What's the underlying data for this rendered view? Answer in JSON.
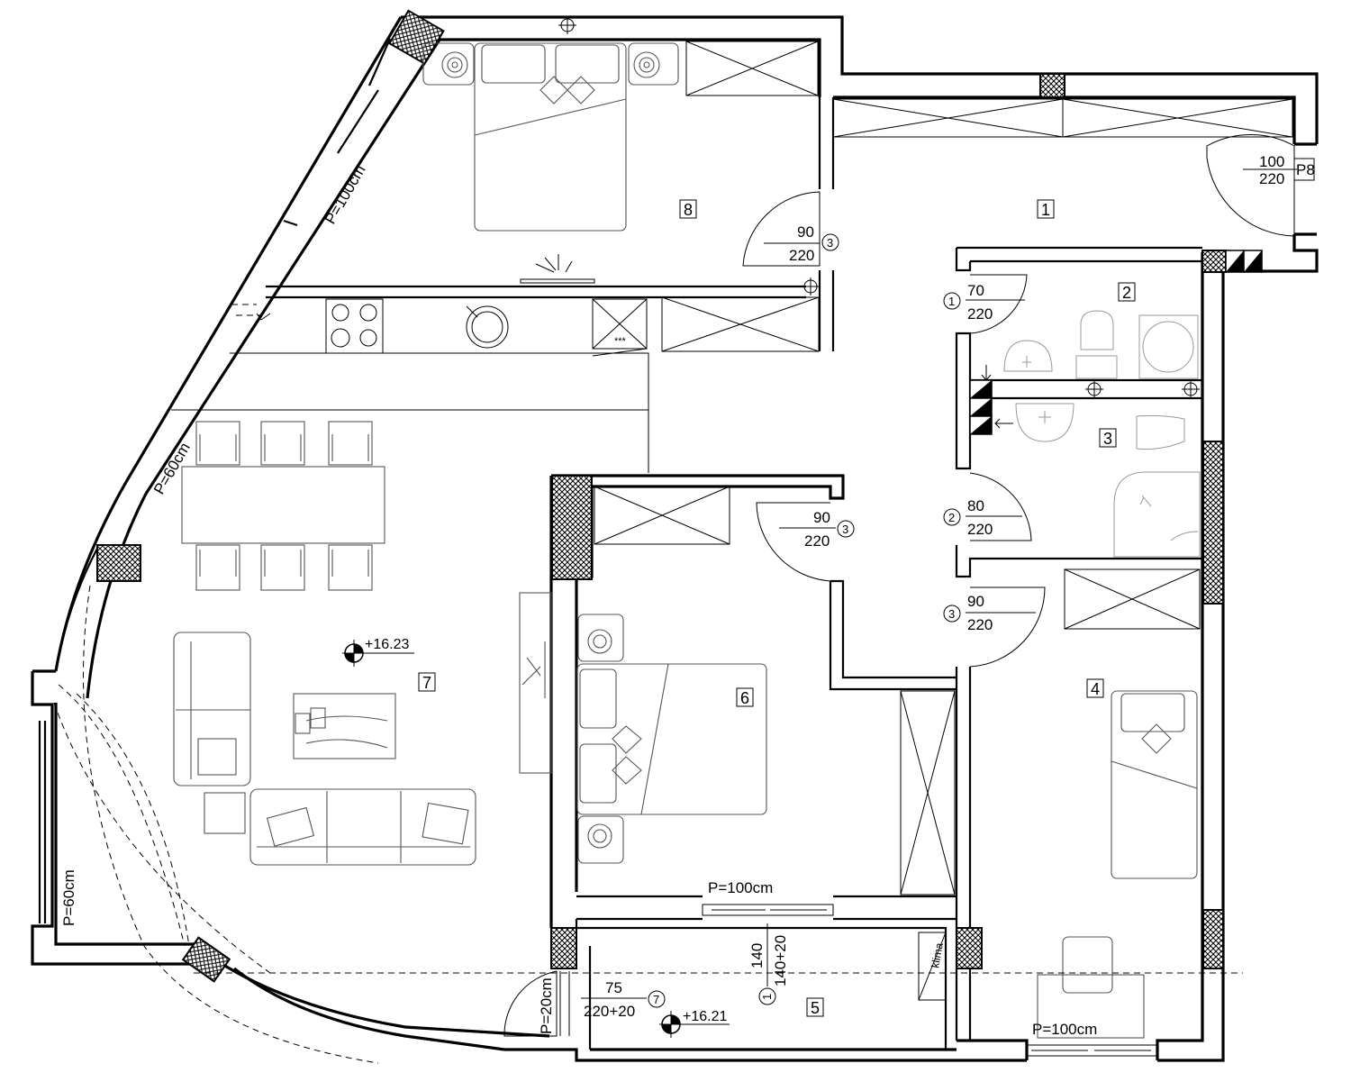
{
  "rooms": {
    "r1": "1",
    "r2": "2",
    "r3": "3",
    "r4": "4",
    "r5": "5",
    "r6": "6",
    "r7": "7",
    "r8": "8"
  },
  "doors": {
    "entrance": {
      "width": "100",
      "height": "220",
      "tag": "P8"
    },
    "d8": {
      "width": "90",
      "height": "220",
      "type": "3"
    },
    "d2": {
      "width": "70",
      "height": "220",
      "type": "1"
    },
    "d3": {
      "width": "80",
      "height": "220",
      "type": "2"
    },
    "d6": {
      "width": "90",
      "height": "220",
      "type": "3"
    },
    "d4": {
      "width": "90",
      "height": "220",
      "type": "3"
    },
    "d5": {
      "width": "75",
      "height": "220+20",
      "type": "7"
    },
    "win5": {
      "width": "140",
      "height": "140+20",
      "type": "1"
    }
  },
  "parapets": {
    "p8": "P=100cm",
    "p7_upper": "P=60cm",
    "p7_left": "P=60cm",
    "p6": "P=100cm",
    "p4": "P=100cm",
    "p5": "P=20cm"
  },
  "levels": {
    "living": "+16.23",
    "loggia": "+16.21"
  },
  "labels": {
    "klima": "klima",
    "cooker_hood": "***"
  }
}
